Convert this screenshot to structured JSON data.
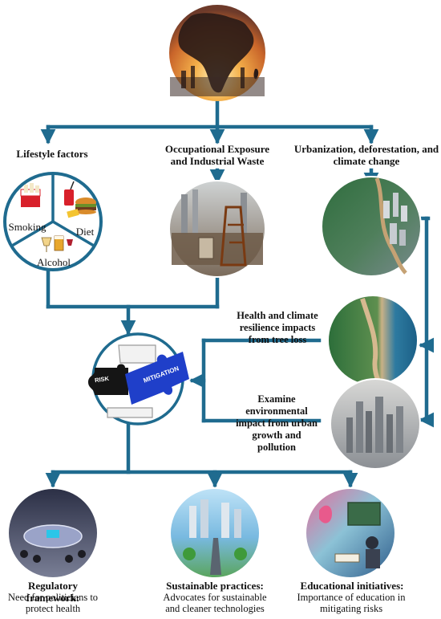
{
  "diagram": {
    "top_categories": [
      {
        "label": "Lifestyle factors"
      },
      {
        "label": "Occupational Exposure and Industrial Waste"
      },
      {
        "label": "Urbanization, deforestation, and climate change"
      }
    ],
    "lifestyle_segments": [
      "Smoking",
      "Diet",
      "Alcohol"
    ],
    "puzzle_labels": [
      "RISK",
      "MITIGATION"
    ],
    "urban_subtopics": [
      "Health and climate resilience impacts from tree loss",
      "Examine environmental impact from urban growth and pollution"
    ],
    "outcomes": [
      {
        "title": "Regulatory framework:",
        "description": "Need for politicians to protect health"
      },
      {
        "title": "Sustainable practices:",
        "description": "Advocates for sustainable and cleaner technologies"
      },
      {
        "title": "Educational initiatives:",
        "description": "Importance of education in mitigating risks"
      }
    ],
    "colors": {
      "connector": "#1f6b8f",
      "puzzle_blue": "#1f3fc9",
      "puzzle_dark": "#151515"
    }
  }
}
